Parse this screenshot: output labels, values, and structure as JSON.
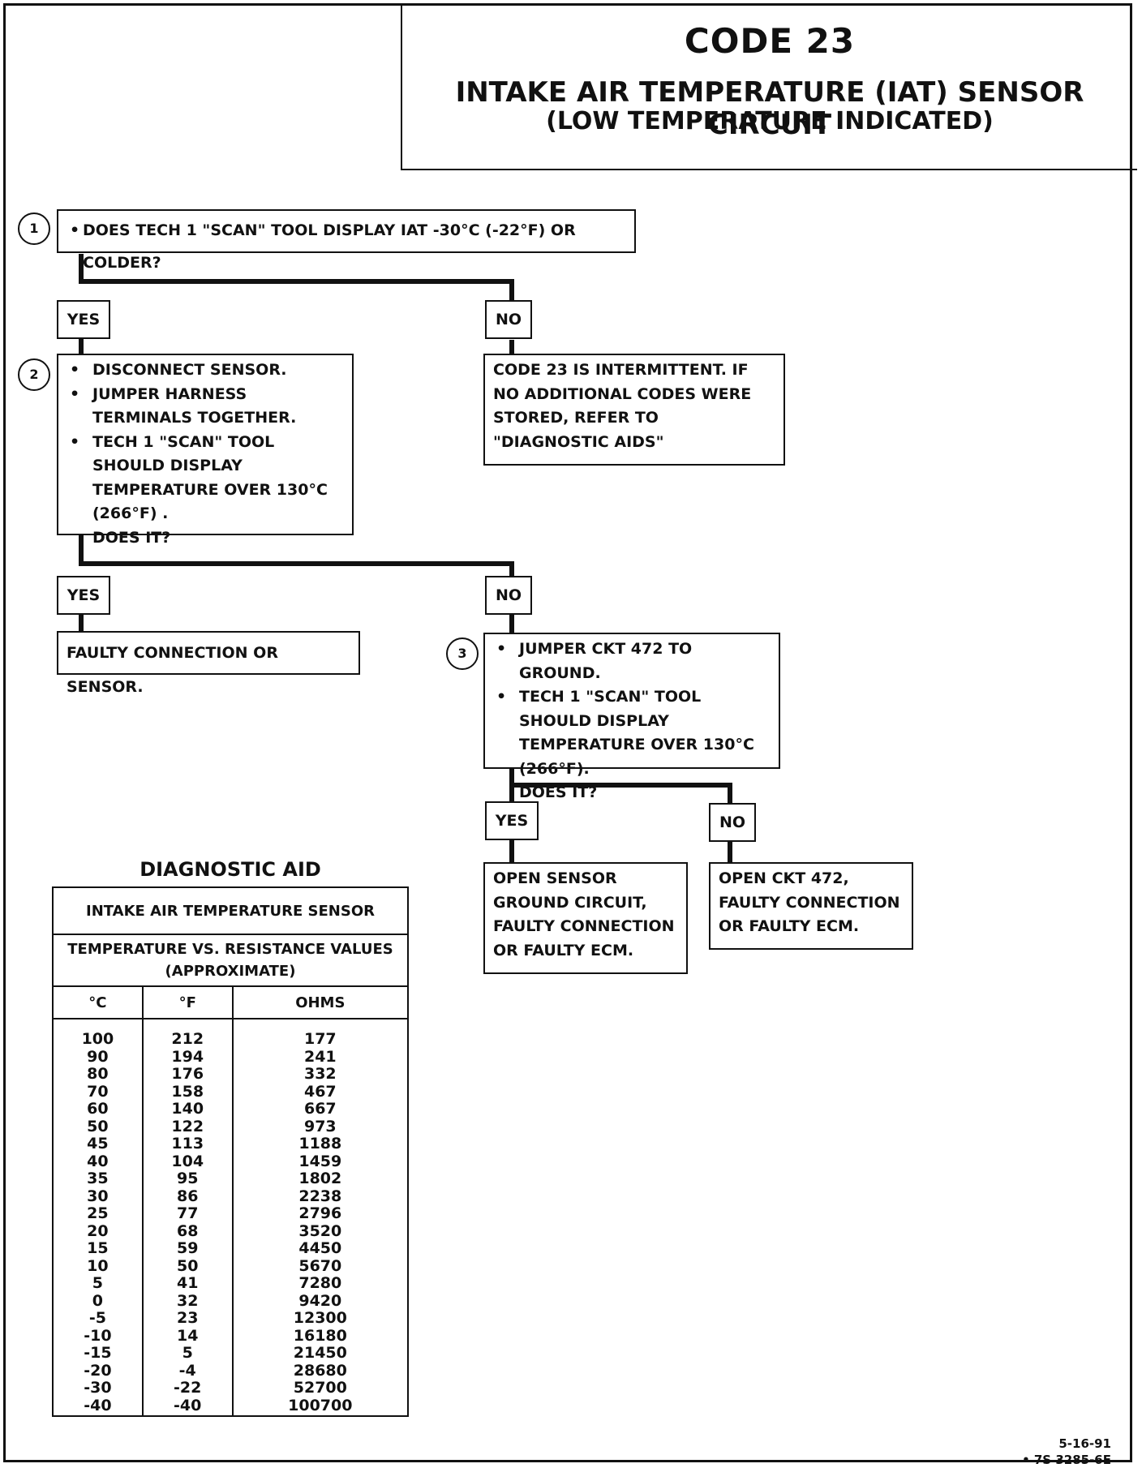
{
  "header": {
    "code": "CODE 23",
    "title": "INTAKE AIR TEMPERATURE (IAT) SENSOR CIRCUIT",
    "subtitle": "(LOW TEMPERATURE INDICATED)"
  },
  "steps": {
    "step1": {
      "num": "1",
      "text": "DOES TECH 1 \"SCAN\" TOOL DISPLAY IAT -30°C (-22°F) OR COLDER?"
    },
    "step2": {
      "num": "2",
      "bullets": [
        "DISCONNECT SENSOR.",
        "JUMPER HARNESS TERMINALS TOGETHER.",
        "TECH 1 \"SCAN\" TOOL SHOULD DISPLAY TEMPERATURE OVER 130°C (266°F) ."
      ],
      "question": "DOES IT?"
    },
    "step3": {
      "num": "3",
      "bullets": [
        "JUMPER CKT 472 TO GROUND.",
        "TECH 1 \"SCAN\" TOOL SHOULD DISPLAY TEMPERATURE OVER 130°C (266°F)."
      ],
      "question": "DOES IT?"
    }
  },
  "labels": {
    "yes": "YES",
    "no": "NO"
  },
  "results": {
    "intermittent": "CODE 23 IS INTERMITTENT. IF NO ADDITIONAL CODES WERE STORED, REFER TO \"DIAGNOSTIC AIDS\"",
    "faulty_conn": "FAULTY CONNECTION OR SENSOR.",
    "open_ground": "OPEN SENSOR GROUND CIRCUIT, FAULTY CONNECTION OR FAULTY ECM.",
    "open_ckt": "OPEN CKT 472, FAULTY CONNECTION OR FAULTY ECM."
  },
  "diagnostic_aid": {
    "title": "DIAGNOSTIC AID",
    "sensor": "INTAKE AIR TEMPERATURE SENSOR",
    "heading": "TEMPERATURE VS. RESISTANCE VALUES (APPROXIMATE)",
    "columns": [
      "°C",
      "°F",
      "OHMS"
    ],
    "rows": [
      [
        "100",
        "212",
        "177"
      ],
      [
        "90",
        "194",
        "241"
      ],
      [
        "80",
        "176",
        "332"
      ],
      [
        "70",
        "158",
        "467"
      ],
      [
        "60",
        "140",
        "667"
      ],
      [
        "50",
        "122",
        "973"
      ],
      [
        "45",
        "113",
        "1188"
      ],
      [
        "40",
        "104",
        "1459"
      ],
      [
        "35",
        "95",
        "1802"
      ],
      [
        "30",
        "86",
        "2238"
      ],
      [
        "25",
        "77",
        "2796"
      ],
      [
        "20",
        "68",
        "3520"
      ],
      [
        "15",
        "59",
        "4450"
      ],
      [
        "10",
        "50",
        "5670"
      ],
      [
        "5",
        "41",
        "7280"
      ],
      [
        "0",
        "32",
        "9420"
      ],
      [
        "-5",
        "23",
        "12300"
      ],
      [
        "-10",
        "14",
        "16180"
      ],
      [
        "-15",
        "5",
        "21450"
      ],
      [
        "-20",
        "-4",
        "28680"
      ],
      [
        "-30",
        "-22",
        "52700"
      ],
      [
        "-40",
        "-40",
        "100700"
      ]
    ]
  },
  "footer": {
    "date": "5-16-91",
    "ref": "• 7S 3285-6E"
  }
}
